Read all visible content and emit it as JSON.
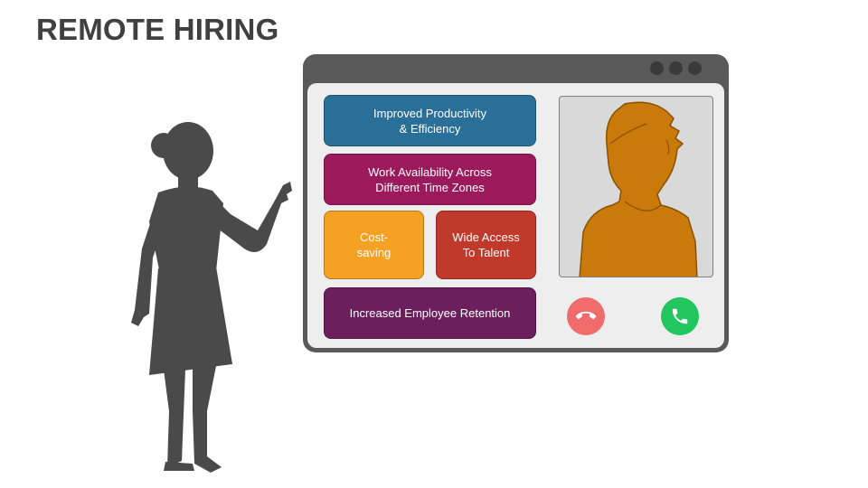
{
  "title": "REMOTE HIRING",
  "tiles": {
    "productivity": "Improved Productivity\n& Efficiency",
    "availability": "Work Availability Across\nDifferent Time Zones",
    "cost": "Cost-\nsaving",
    "talent": "Wide Access\nTo Talent",
    "retention": "Increased Employee Retention"
  },
  "colors": {
    "productivity": "#2a6f97",
    "availability": "#9c1a5c",
    "cost": "#f4a124",
    "talent": "#c0392b",
    "retention": "#6b1f5c",
    "avatar": "#c97a0a",
    "decline": "#f06b6b",
    "accept": "#22c55e",
    "silhouette": "#4a4a4a"
  },
  "icons": {
    "decline": "phone-hangup-icon",
    "accept": "phone-call-icon",
    "avatar": "person-silhouette-icon"
  }
}
